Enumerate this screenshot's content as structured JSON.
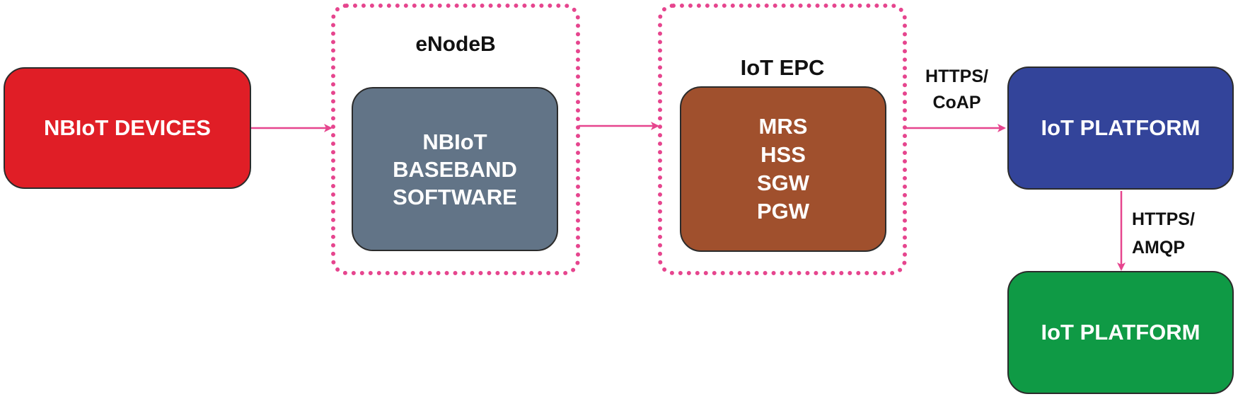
{
  "colors": {
    "devices": "#e01e26",
    "baseband": "#627487",
    "epc": "#a0502d",
    "platform_blue": "#33449a",
    "platform_green": "#0f9a45",
    "arrow": "#e6458e",
    "dotted_border": "#e6458e"
  },
  "nodes": {
    "devices": {
      "label": "NBIoT DEVICES"
    },
    "enodeb": {
      "title": "eNodeB",
      "baseband_lines": [
        "NBIoT",
        "BASEBAND",
        "SOFTWARE"
      ]
    },
    "epc": {
      "title": "IoT EPC",
      "lines": [
        "MRS",
        "HSS",
        "SGW",
        "PGW"
      ]
    },
    "platform_top": {
      "label": "IoT PLATFORM"
    },
    "platform_bottom": {
      "label": "IoT PLATFORM"
    }
  },
  "edges": {
    "epc_to_platform": {
      "line1": "HTTPS/",
      "line2": "CoAP"
    },
    "platform_to_platform": {
      "line1": "HTTPS/",
      "line2": "AMQP"
    }
  }
}
